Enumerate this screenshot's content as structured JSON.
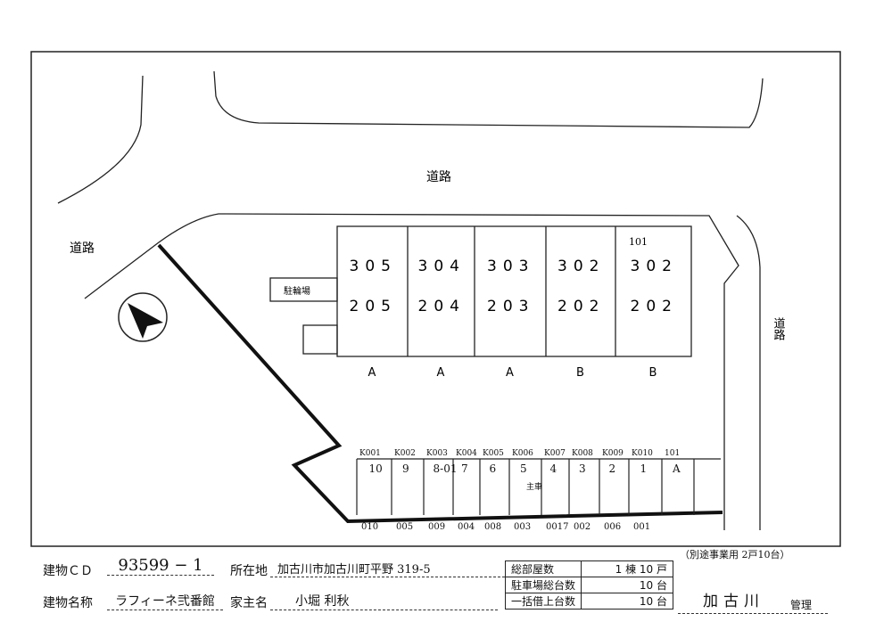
{
  "plan": {
    "road_labels": [
      "道路",
      "道路",
      "道路"
    ],
    "bike_parking": "駐輪場",
    "building_units_upper": [
      "305",
      "304",
      "303",
      "302",
      "302"
    ],
    "building_units_lower": [
      "205",
      "204",
      "203",
      "202",
      "202"
    ],
    "unit_b2_note": "101",
    "unit_types": [
      "A",
      "A",
      "A",
      "B",
      "B"
    ],
    "parking_codes": [
      "K001",
      "K002",
      "K003",
      "K004",
      "K005",
      "K006",
      "K007",
      "K008",
      "K009",
      "K010",
      "101"
    ],
    "parking_numbers": [
      "10",
      "9",
      "8-01",
      "7",
      "6",
      "5",
      "4",
      "3",
      "2",
      "1",
      "A"
    ],
    "parking_bottom_codes": [
      "010",
      "005",
      "009",
      "004",
      "008",
      "003",
      "0017",
      "002",
      "006",
      "001"
    ],
    "parking_mark": "主車"
  },
  "footer": {
    "building_cd_label": "建物ＣＤ",
    "building_cd": "93599 − 1",
    "location_label": "所在地",
    "location": "加古川市加古川町平野 319-5",
    "building_name_label": "建物名称",
    "building_name": "ラフィーネ弐番館",
    "owner_label": "家主名",
    "owner": "小堀 利秋",
    "note": "（別途事業用 2戸10台）",
    "summary": [
      {
        "label": "総部屋数",
        "value": "1 棟 10",
        "unit": "戸"
      },
      {
        "label": "駐車場総台数",
        "value": "10",
        "unit": "台"
      },
      {
        "label": "一括借上台数",
        "value": "10",
        "unit": "台"
      }
    ],
    "office": "加古川",
    "office_suffix": "管理"
  }
}
